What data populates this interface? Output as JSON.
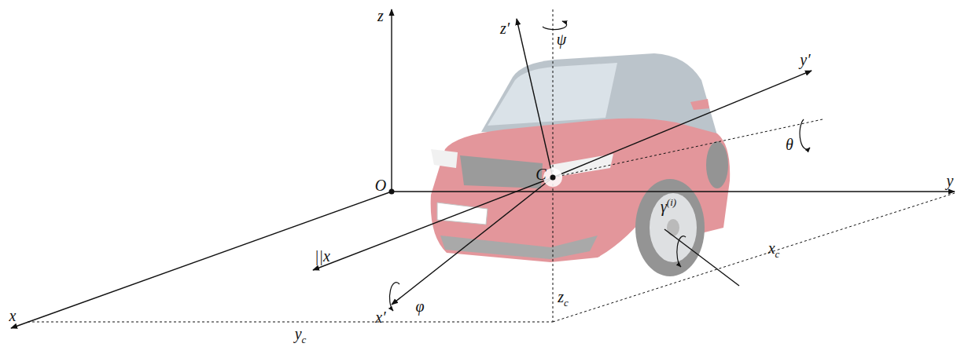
{
  "diagram": {
    "labels": [
      "z",
      "z′",
      "ψ",
      "y′",
      "θ",
      "O",
      "C",
      "y",
      "x",
      "||x",
      "x′",
      "φ",
      "γ(i)",
      "xc",
      "zc",
      "yc"
    ]
  }
}
